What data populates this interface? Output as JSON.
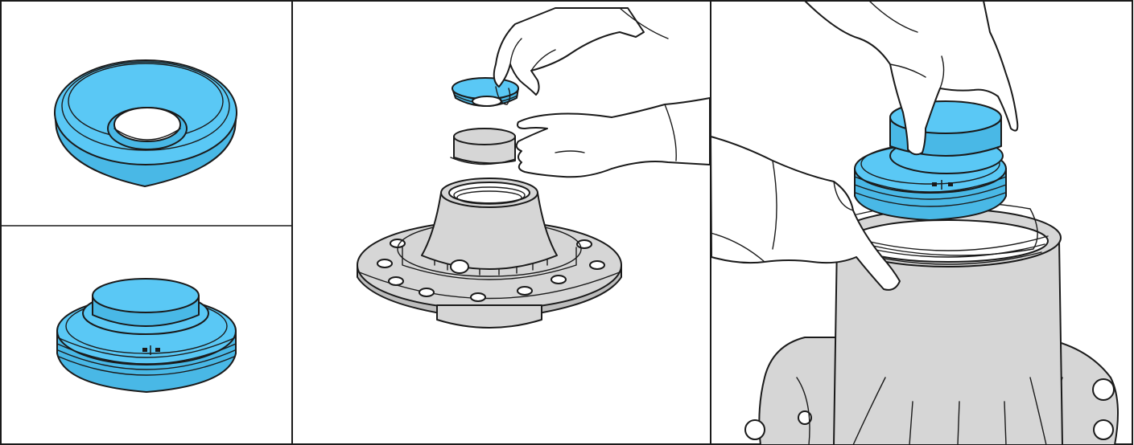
{
  "colors": {
    "tool_blue": "#5ac8f5",
    "part_grey": "#d6d6d6",
    "outline": "#1a1a1a",
    "background": "#ffffff"
  },
  "panels": [
    {
      "id": "top-left",
      "content": "seal-driver-top-view"
    },
    {
      "id": "bottom-left",
      "content": "seal-driver-assembled-view"
    },
    {
      "id": "middle",
      "content": "hub-with-seal-and-driver-being-assembled"
    },
    {
      "id": "right",
      "content": "seal-driver-installed-on-hub-bore"
    }
  ]
}
